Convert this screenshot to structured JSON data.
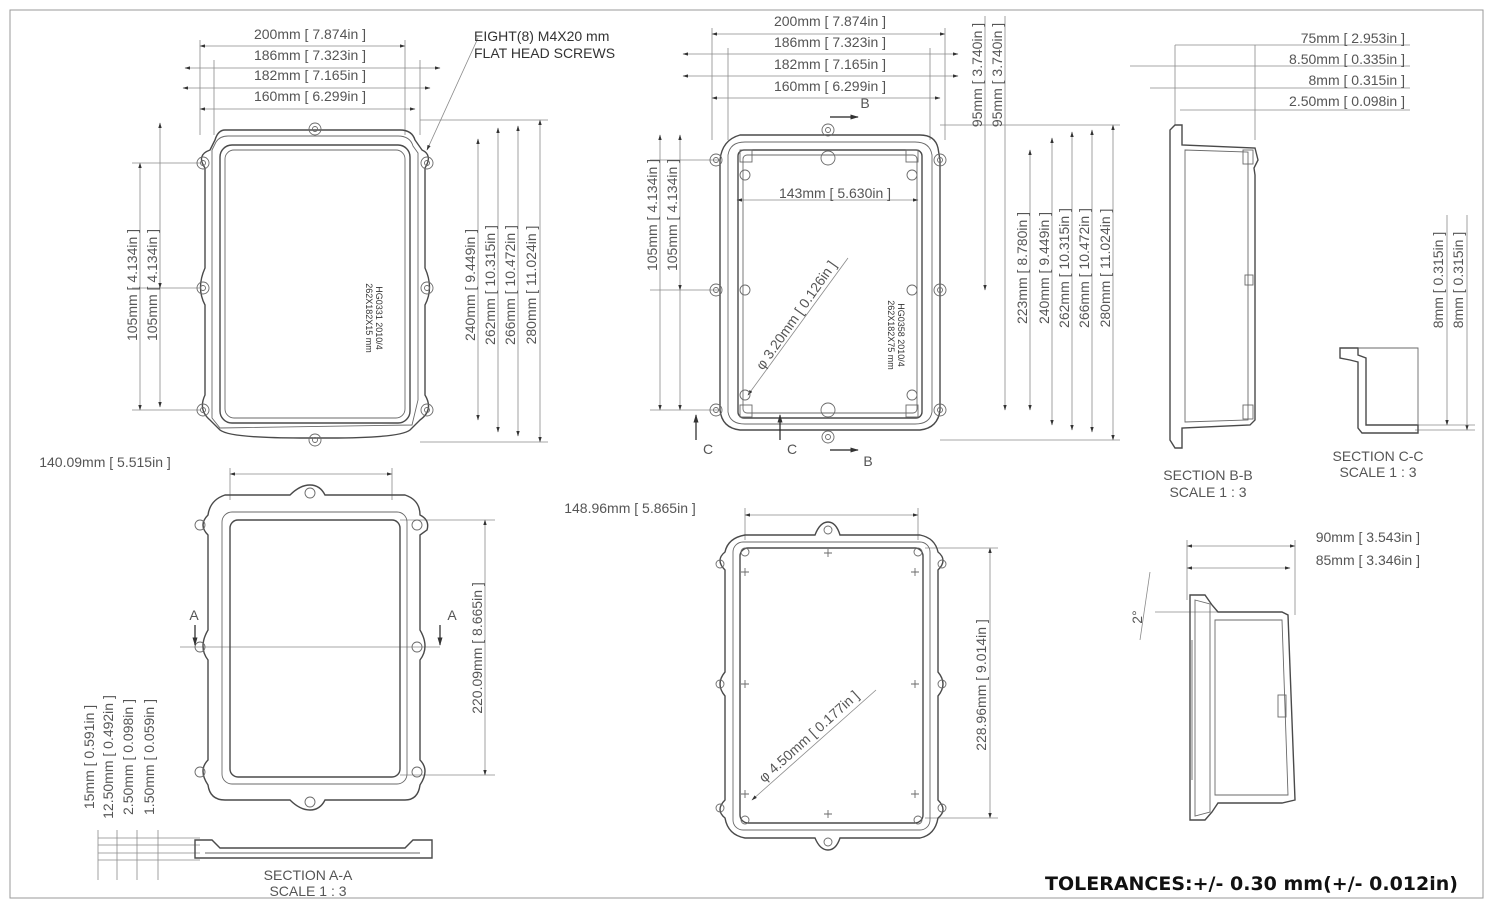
{
  "view_top_left": {
    "dims_horizontal": [
      {
        "mm": "200mm",
        "in": "7.874in"
      },
      {
        "mm": "186mm",
        "in": "7.323in"
      },
      {
        "mm": "182mm",
        "in": "7.165in"
      },
      {
        "mm": "160mm",
        "in": "6.299in"
      }
    ],
    "dims_vertical_left": [
      {
        "mm": "105mm",
        "in": "4.134in"
      },
      {
        "mm": "105mm",
        "in": "4.134in"
      }
    ],
    "dims_vertical_right": [
      {
        "mm": "240mm",
        "in": "9.449in"
      },
      {
        "mm": "262mm",
        "in": "10.315in"
      },
      {
        "mm": "266mm",
        "in": "10.472in"
      },
      {
        "mm": "280mm",
        "in": "11.024in"
      }
    ],
    "screw_note_line1": "EIGHT(8) M4X20 mm",
    "screw_note_line2": "FLAT HEAD SCREWS",
    "part_line1": "HG0331 2010/4",
    "part_line2": "262X182X15 mm"
  },
  "view_top_mid": {
    "dims_horizontal": [
      {
        "mm": "200mm",
        "in": "7.874in"
      },
      {
        "mm": "186mm",
        "in": "7.323in"
      },
      {
        "mm": "182mm",
        "in": "7.165in"
      },
      {
        "mm": "160mm",
        "in": "6.299in"
      }
    ],
    "dims_95": [
      {
        "mm": "95mm",
        "in": "3.740in"
      },
      {
        "mm": "95mm",
        "in": "3.740in"
      }
    ],
    "dims_vertical_left": [
      {
        "mm": "105mm",
        "in": "4.134in"
      },
      {
        "mm": "105mm",
        "in": "4.134in"
      }
    ],
    "dim_inner": {
      "mm": "143mm",
      "in": "5.630in"
    },
    "dim_diameter": {
      "mm": "φ 3.20mm",
      "in": "0.126in"
    },
    "dims_vertical_right": [
      {
        "mm": "223mm",
        "in": "8.780in"
      },
      {
        "mm": "240mm",
        "in": "9.449in"
      },
      {
        "mm": "262mm",
        "in": "10.315in"
      },
      {
        "mm": "266mm",
        "in": "10.472in"
      },
      {
        "mm": "280mm",
        "in": "11.024in"
      }
    ],
    "part_line1": "HG0358 2010/4",
    "part_line2": "262X182X75 mm",
    "cut_b": "B",
    "cut_c": "C"
  },
  "section_bb": {
    "dims": [
      {
        "mm": "75mm",
        "in": "2.953in"
      },
      {
        "mm": "8.50mm",
        "in": "0.335in"
      },
      {
        "mm": "8mm",
        "in": "0.315in"
      },
      {
        "mm": "2.50mm",
        "in": "0.098in"
      }
    ],
    "label": "SECTION B-B",
    "scale": "SCALE 1 : 3"
  },
  "section_cc": {
    "dims": [
      {
        "mm": "8mm",
        "in": "0.315in"
      },
      {
        "mm": "8mm",
        "in": "0.315in"
      }
    ],
    "label": "SECTION C-C",
    "scale": "SCALE 1 : 3"
  },
  "view_bottom_left": {
    "dim_width": {
      "mm": "140.09mm",
      "in": "5.515in"
    },
    "dim_height": {
      "mm": "220.09mm",
      "in": "8.665in"
    },
    "cut_a": "A",
    "dims_vertical": [
      {
        "mm": "15mm",
        "in": "0.591in"
      },
      {
        "mm": "12.50mm",
        "in": "0.492in"
      },
      {
        "mm": "2.50mm",
        "in": "0.098in"
      },
      {
        "mm": "1.50mm",
        "in": "0.059in"
      }
    ],
    "section_label": "SECTION A-A",
    "section_scale": "SCALE 1 : 3"
  },
  "view_bottom_mid": {
    "dim_width": {
      "mm": "148.96mm",
      "in": "5.865in"
    },
    "dim_height": {
      "mm": "228.96mm",
      "in": "9.014in"
    },
    "dim_diameter": {
      "mm": "φ 4.50mm",
      "in": "0.177in"
    }
  },
  "view_side": {
    "dims": [
      {
        "mm": "90mm",
        "in": "3.543in"
      },
      {
        "mm": "85mm",
        "in": "3.346in"
      }
    ],
    "angle": "2°"
  },
  "tolerances": "TOLERANCES:+/- 0.30 mm(+/- 0.012in)"
}
